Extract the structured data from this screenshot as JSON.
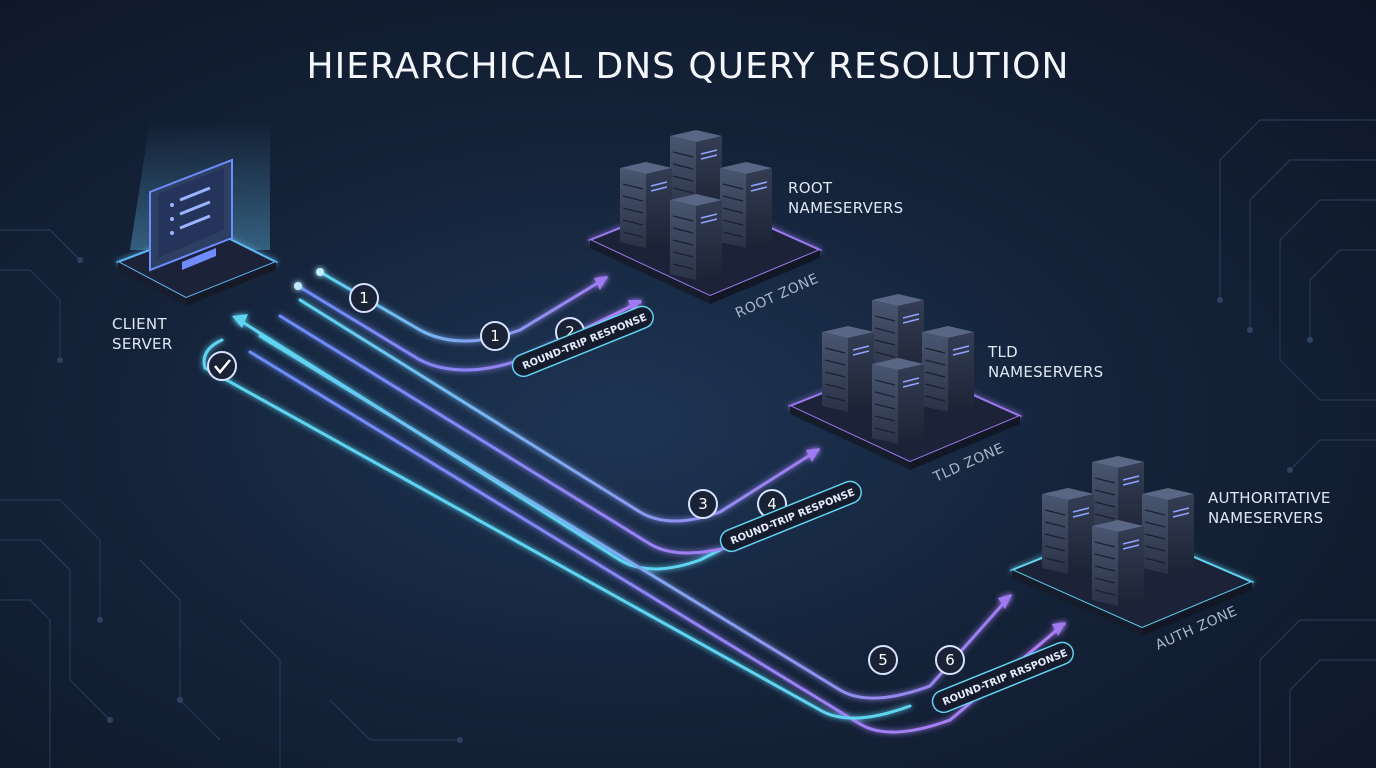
{
  "title": "HIERARCHICAL DNS QUERY RESOLUTION",
  "client": {
    "line1": "CLIENT",
    "line2": "SERVER"
  },
  "root": {
    "line1": "ROOT",
    "line2": "NAMESERVERS",
    "zone": "ROOT ZONE"
  },
  "tld": {
    "line1": "TLD",
    "line2": "NAMESERVERS",
    "zone": "TLD ZONE"
  },
  "auth": {
    "line1": "AUTHORITATIVE",
    "line2": "NAMESERVERS",
    "zone": "AUTH ZONE"
  },
  "steps": {
    "s1a": "1",
    "s1b": "1",
    "s2": "2",
    "s3": "3",
    "s4": "4",
    "s5": "5",
    "s6": "6"
  },
  "pills": {
    "p1": "ROUND-TRIP RESPONSE",
    "p2": "ROUND-TRIP RESPONSE",
    "p3": "ROUND-TRIP RRSPONSE"
  },
  "colors": {
    "cyan": "#5fd4f2",
    "purple": "#a07af0",
    "blue": "#6a8cf6"
  }
}
